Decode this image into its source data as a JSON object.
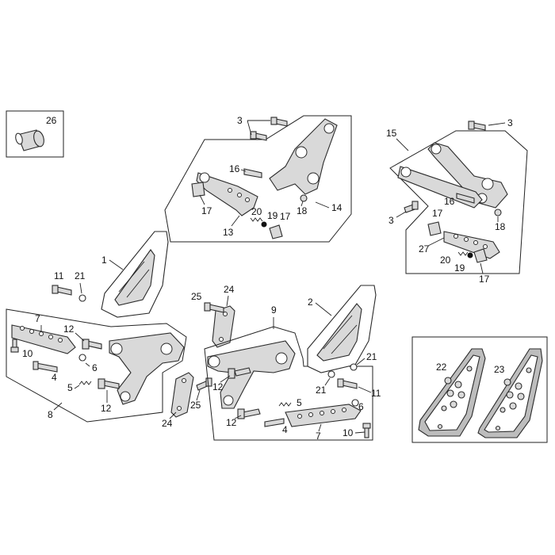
{
  "diagram": {
    "callouts": [
      {
        "key": "c26",
        "text": "26"
      },
      {
        "key": "c3a",
        "text": "3"
      },
      {
        "key": "c16a",
        "text": "16"
      },
      {
        "key": "c17a",
        "text": "17"
      },
      {
        "key": "c20a",
        "text": "20"
      },
      {
        "key": "c19a",
        "text": "19"
      },
      {
        "key": "c17b",
        "text": "17"
      },
      {
        "key": "c18a",
        "text": "18"
      },
      {
        "key": "c13",
        "text": "13"
      },
      {
        "key": "c14",
        "text": "14"
      },
      {
        "key": "c15",
        "text": "15"
      },
      {
        "key": "c3b",
        "text": "3"
      },
      {
        "key": "c3c",
        "text": "3"
      },
      {
        "key": "c16b",
        "text": "16"
      },
      {
        "key": "c17c",
        "text": "17"
      },
      {
        "key": "c18b",
        "text": "18"
      },
      {
        "key": "c27",
        "text": "27"
      },
      {
        "key": "c20b",
        "text": "20"
      },
      {
        "key": "c19b",
        "text": "19"
      },
      {
        "key": "c17d",
        "text": "17"
      },
      {
        "key": "c1",
        "text": "1"
      },
      {
        "key": "c11a",
        "text": "11"
      },
      {
        "key": "c21a",
        "text": "21"
      },
      {
        "key": "c7a",
        "text": "7"
      },
      {
        "key": "c10a",
        "text": "10"
      },
      {
        "key": "c12a",
        "text": "12"
      },
      {
        "key": "c6a",
        "text": "6"
      },
      {
        "key": "c4a",
        "text": "4"
      },
      {
        "key": "c5a",
        "text": "5"
      },
      {
        "key": "c12b",
        "text": "12"
      },
      {
        "key": "c8",
        "text": "8"
      },
      {
        "key": "c24a",
        "text": "24"
      },
      {
        "key": "c25a",
        "text": "25"
      },
      {
        "key": "c24b",
        "text": "24"
      },
      {
        "key": "c25b",
        "text": "25"
      },
      {
        "key": "c9",
        "text": "9"
      },
      {
        "key": "c12c",
        "text": "12"
      },
      {
        "key": "c12d",
        "text": "12"
      },
      {
        "key": "c5b",
        "text": "5"
      },
      {
        "key": "c6b",
        "text": "6"
      },
      {
        "key": "c4b",
        "text": "4"
      },
      {
        "key": "c7b",
        "text": "7"
      },
      {
        "key": "c10b",
        "text": "10"
      },
      {
        "key": "c2",
        "text": "2"
      },
      {
        "key": "c21b",
        "text": "21"
      },
      {
        "key": "c21c",
        "text": "21"
      },
      {
        "key": "c11b",
        "text": "11"
      },
      {
        "key": "c22",
        "text": "22"
      },
      {
        "key": "c23",
        "text": "23"
      }
    ]
  }
}
